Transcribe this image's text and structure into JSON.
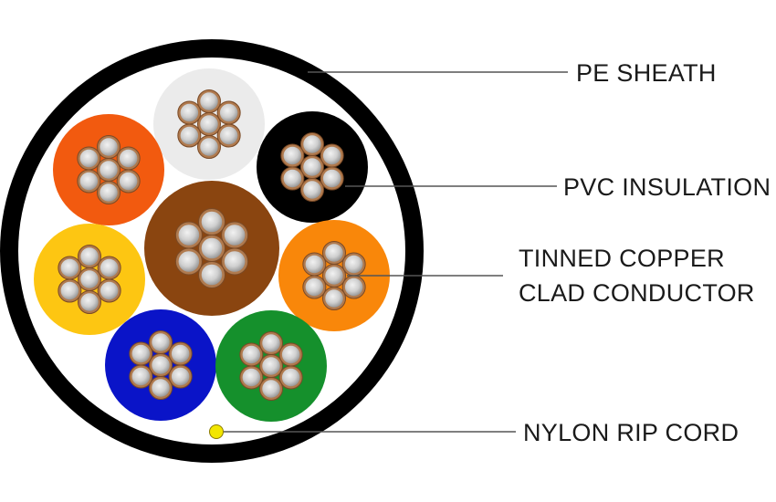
{
  "labels": {
    "pe_sheath": "PE SHEATH",
    "pvc_insulation": "PVC INSULATION",
    "tinned_copper_line1": "TINNED COPPER",
    "tinned_copper_line2": "CLAD CONDUCTOR",
    "nylon_rip_cord": "NYLON RIP CORD"
  },
  "colors": {
    "sheath": "#000000",
    "filler": "#ffffff",
    "leader_line": "#555555",
    "rip_cord": "#f2e600",
    "strand_outer": "#b07a4e",
    "strand_inner": "#d9d9d9",
    "cores": {
      "white": "#ebebeb",
      "orange_red": "#f25a0f",
      "black": "#000000",
      "brown": "#8a4510",
      "yellow": "#fdc612",
      "orange": "#f9870a",
      "blue": "#0a14c8",
      "green": "#15902c"
    }
  },
  "cores": [
    "white",
    "orange_red",
    "black",
    "brown",
    "yellow",
    "orange",
    "blue",
    "green"
  ]
}
